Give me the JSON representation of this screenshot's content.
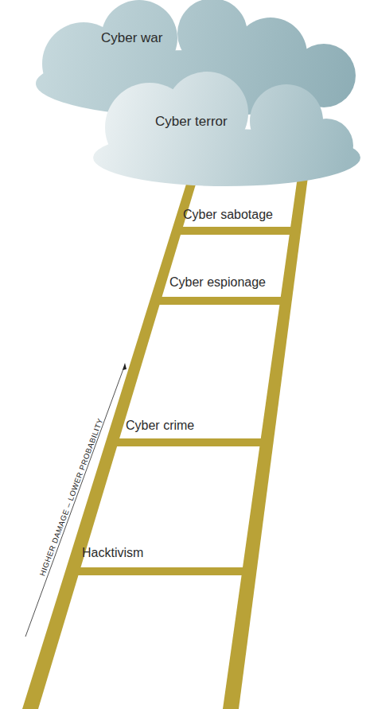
{
  "diagram": {
    "nodes": [
      {
        "text": [
          "Cyber war"
        ]
      },
      {
        "text": [
          "Cyber terror"
        ]
      }
    ],
    "labels": [
      "Cyber sabotage",
      "Cyber espionage",
      "Cyber crime",
      "Hacktivism",
      "HIGHER DAMAGE – LOWER PROBABILITY"
    ]
  }
}
